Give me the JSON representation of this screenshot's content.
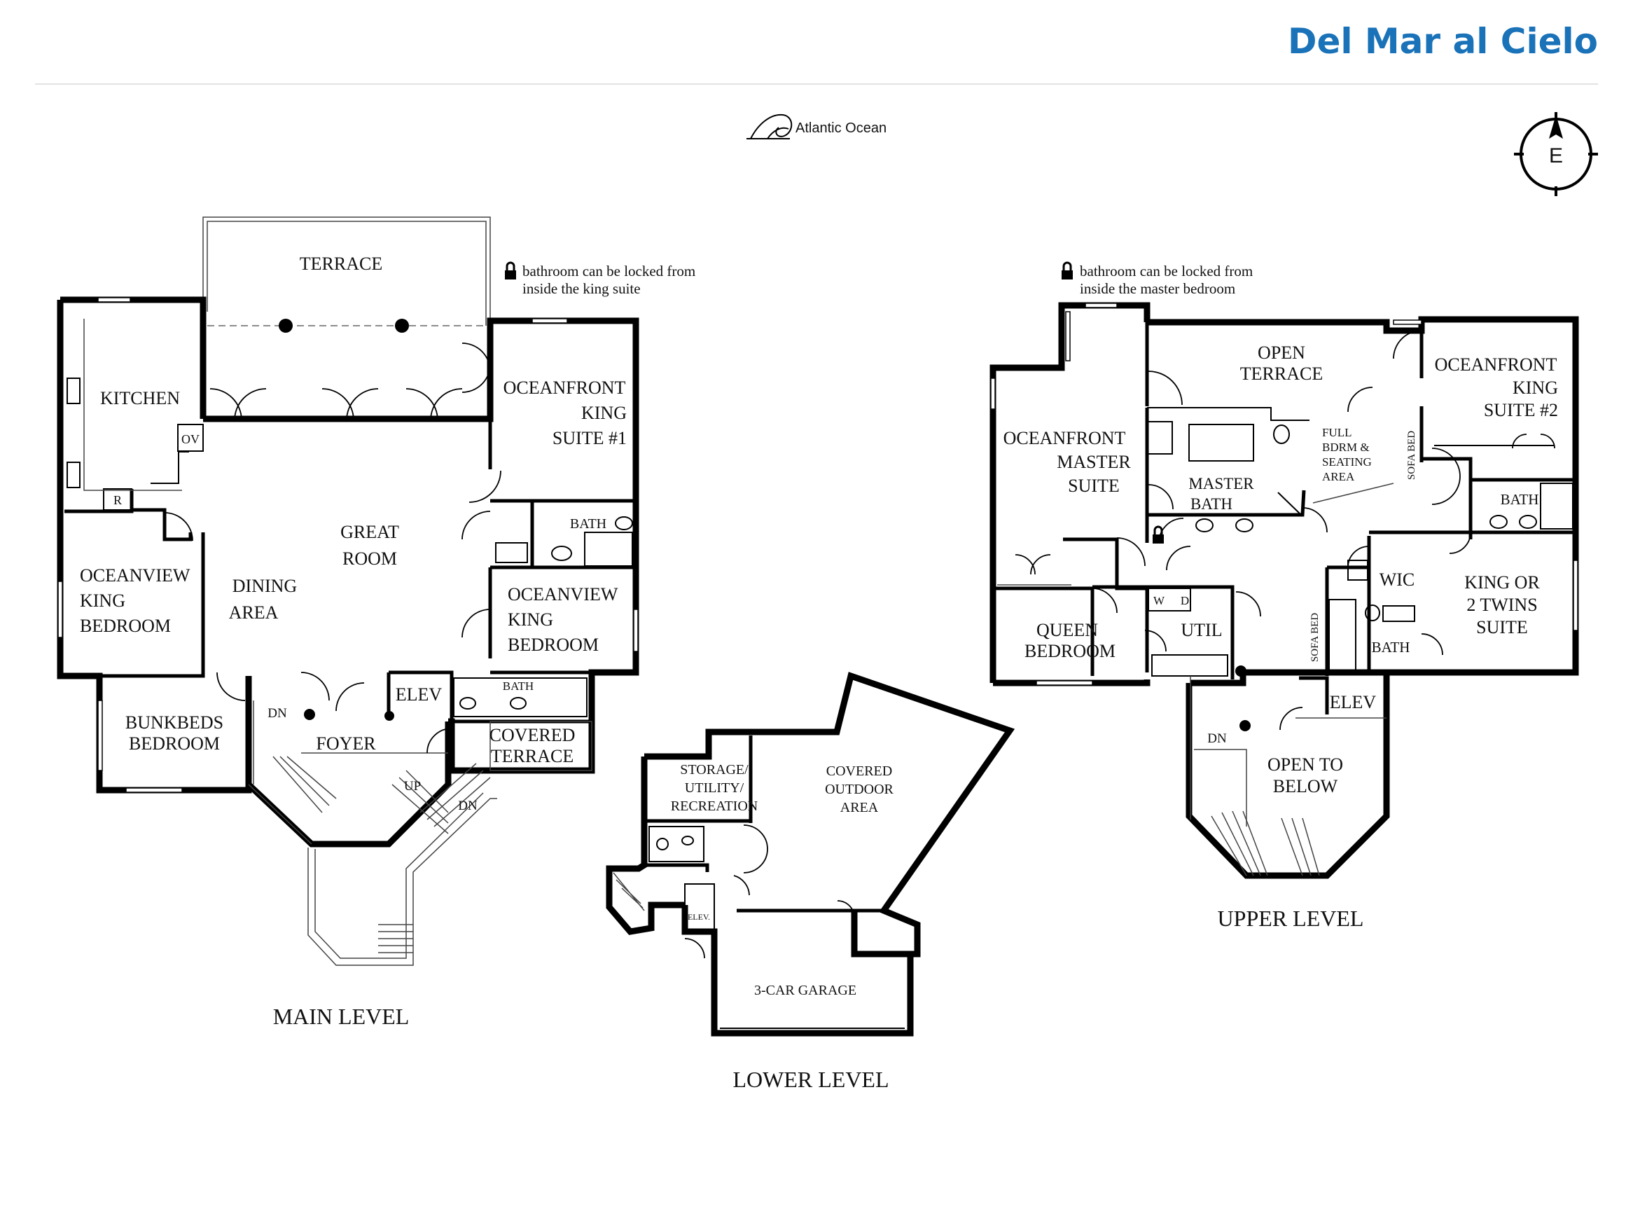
{
  "brand": {
    "title": "Del Mar al Cielo",
    "color": "#1a72b8"
  },
  "ocean": {
    "label": "Atlantic Ocean",
    "icon": "wave-icon"
  },
  "compass": {
    "direction": "E",
    "icon": "compass-icon"
  },
  "notes": {
    "main_lock": [
      "bathroom can be locked from",
      "inside the king suite"
    ],
    "upper_lock": [
      "bathroom can be locked from",
      "inside the master bedroom"
    ],
    "lock_icon": "lock-icon"
  },
  "levels": {
    "main": "MAIN LEVEL",
    "lower": "LOWER LEVEL",
    "upper": "UPPER LEVEL"
  },
  "main_rooms": {
    "terrace": "TERRACE",
    "kitchen": "KITCHEN",
    "ov": "OV",
    "r": "R",
    "great_room": [
      "GREAT",
      "ROOM"
    ],
    "dining_area": [
      "DINING",
      "AREA"
    ],
    "oceanfront_king_suite_1": [
      "OCEANFRONT",
      "KING",
      "SUITE #1"
    ],
    "bath": "BATH",
    "oceanview_king_bedroom_left": [
      "OCEANVIEW",
      "KING",
      "BEDROOM"
    ],
    "oceanview_king_bedroom_right": [
      "OCEANVIEW",
      "KING",
      "BEDROOM"
    ],
    "bath_small": "BATH",
    "elev": "ELEV",
    "bunkbeds_bedroom": [
      "BUNKBEDS",
      "BEDROOM"
    ],
    "foyer": "FOYER",
    "dn": "DN",
    "up": "UP",
    "dn2": "DN",
    "covered_terrace": [
      "COVERED",
      "TERRACE"
    ]
  },
  "lower_rooms": {
    "storage": [
      "STORAGE/",
      "UTILITY/",
      "RECREATION"
    ],
    "covered_outdoor": [
      "COVERED",
      "OUTDOOR",
      "AREA"
    ],
    "elev": "ELEV.",
    "garage": "3-CAR GARAGE"
  },
  "upper_rooms": {
    "open_terrace": [
      "OPEN",
      "TERRACE"
    ],
    "oceanfront_master_suite": [
      "OCEANFRONT",
      "MASTER",
      "SUITE"
    ],
    "master_bath": [
      "MASTER",
      "BATH"
    ],
    "full_bdrm": [
      "FULL",
      "BDRM &",
      "SEATING",
      "AREA"
    ],
    "sofa_bed_1": "SOFA BED",
    "oceanfront_king_suite_2": [
      "OCEANFRONT",
      "KING",
      "SUITE #2"
    ],
    "bath_right": "BATH",
    "queen_bedroom": [
      "QUEEN",
      "BEDROOM"
    ],
    "w": "W",
    "d": "D",
    "util": "UTIL",
    "wic": "WIC",
    "sofa_bed_2": "SOFA BED",
    "bath_lower": "BATH",
    "king_or_2_twins": [
      "KING OR",
      "2 TWINS",
      "SUITE"
    ],
    "elev": "ELEV",
    "dn": "DN",
    "open_to_below": [
      "OPEN TO",
      "BELOW"
    ]
  }
}
